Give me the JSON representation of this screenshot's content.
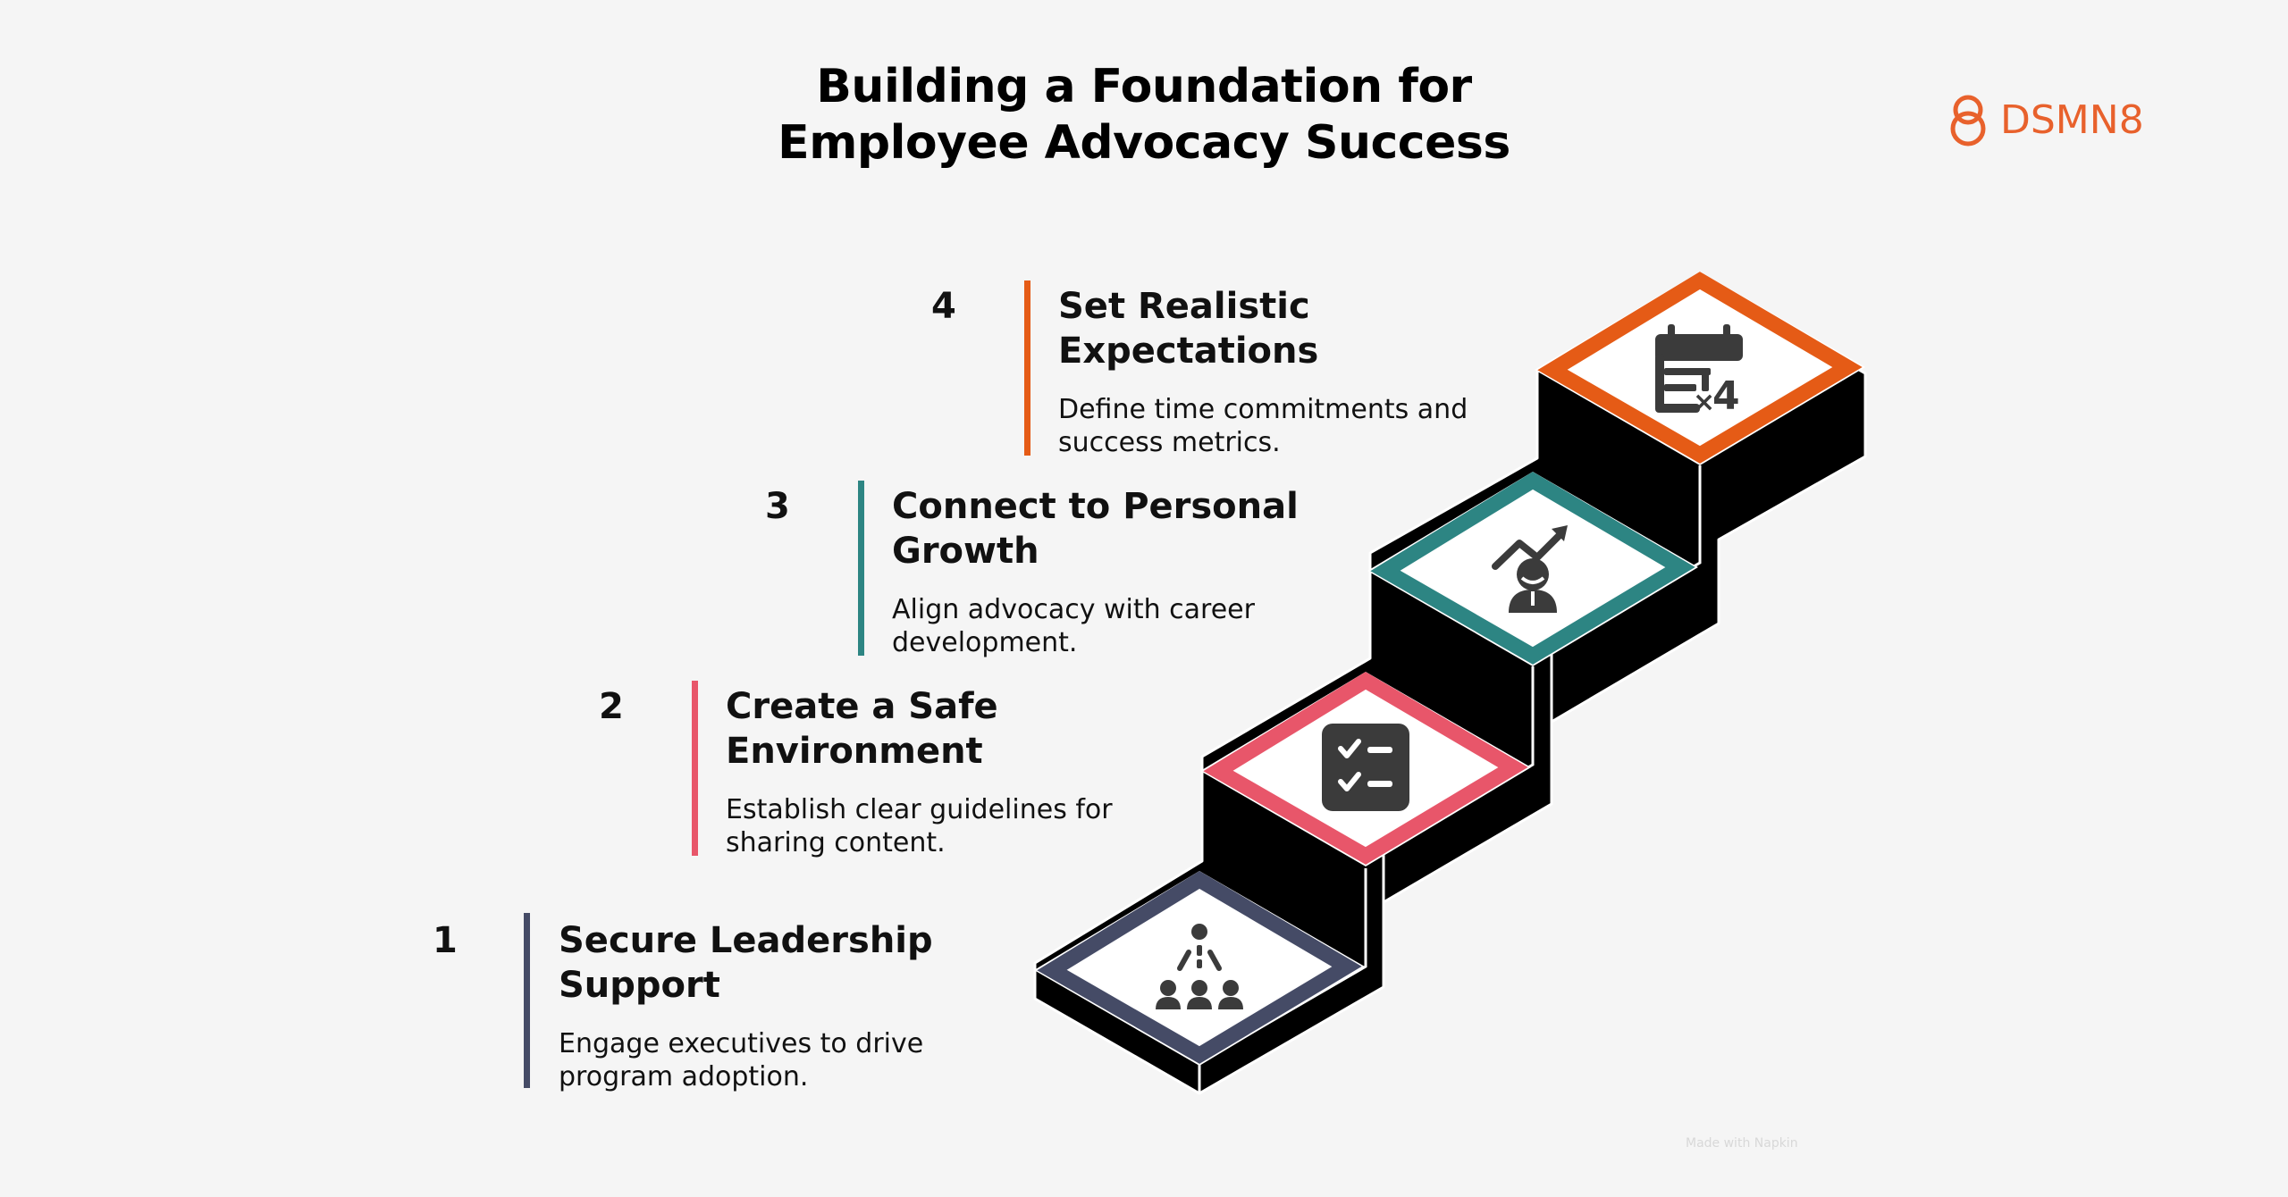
{
  "title": {
    "line1": "Building a Foundation for",
    "line2": "Employee Advocacy Success"
  },
  "logo": {
    "text": "DSMN8",
    "color": "#e8612c",
    "icon": "dsmn8-logo-icon"
  },
  "steps": [
    {
      "number": "1",
      "title_line1": "Secure Leadership",
      "title_line2": "Support",
      "desc_line1": "Engage executives to drive",
      "desc_line2": "program adoption.",
      "color": "#454b66",
      "icon": "hierarchy-people-icon"
    },
    {
      "number": "2",
      "title_line1": "Create a Safe",
      "title_line2": "Environment",
      "desc_line1": "Establish clear guidelines for",
      "desc_line2": "sharing content.",
      "color": "#e8566a",
      "icon": "checklist-icon"
    },
    {
      "number": "3",
      "title_line1": "Connect to Personal",
      "title_line2": "Growth",
      "desc_line1": "Align advocacy with career",
      "desc_line2": "development.",
      "color": "#2d8583",
      "icon": "career-growth-icon"
    },
    {
      "number": "4",
      "title_line1": "Set Realistic",
      "title_line2": "Expectations",
      "desc_line1": "Define time commitments and",
      "desc_line2": "success metrics.",
      "color": "#e55b16",
      "icon": "calendar-icon"
    }
  ],
  "watermark": "Made with Napkin"
}
